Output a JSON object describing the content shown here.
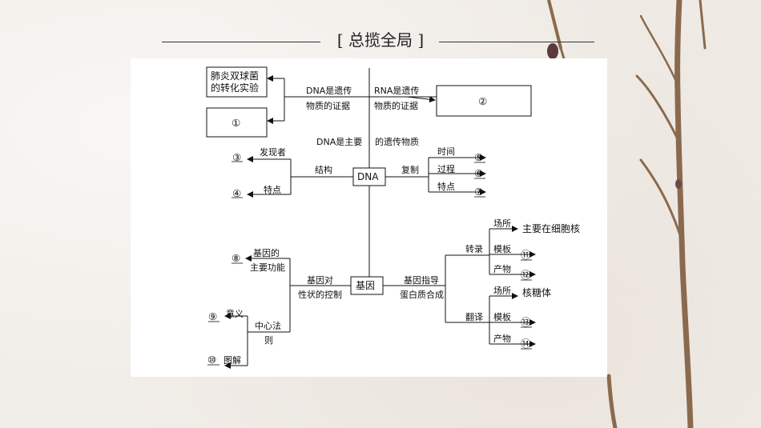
{
  "header": {
    "title": "[ 总揽全局 ]"
  },
  "diagram": {
    "center_dna": "DNA",
    "center_gene": "基因",
    "exp1_line1": "肺炎双球菌",
    "exp1_line2": "的转化实验",
    "blank1": "①",
    "blank2": "②",
    "dna_evidence_1": "DNA是遗传",
    "dna_evidence_2": "物质的证据",
    "rna_evidence_1": "RNA是遗传",
    "rna_evidence_2": "物质的证据",
    "main_material_1": "DNA是主要",
    "main_material_2": "的遗传物质",
    "discoverer": "发现者",
    "feature": "特点",
    "structure": "结构",
    "blank3": "③",
    "blank4": "④",
    "replication": "复制",
    "time": "时间",
    "process": "过程",
    "rep_feature": "特点",
    "blank5": "⑤",
    "blank6": "⑥",
    "blank7": "⑦",
    "gene_func_1": "基因的",
    "gene_func_2": "主要功能",
    "blank8": "⑧",
    "control_1": "基因对",
    "control_2": "性状的控制",
    "dogma_1": "中心法",
    "dogma_2": "则",
    "meaning": "意义",
    "illustration": "图解",
    "blank9": "⑨",
    "blank10": "⑩",
    "guide_1": "基因指导",
    "guide_2": "蛋白质合成",
    "transcription": "转录",
    "translation": "翻译",
    "site1": "场所",
    "site1_value": "主要在细胞核",
    "template1": "模板",
    "blank11": "⑪",
    "product1": "产物",
    "blank12": "⑫",
    "site2": "场所",
    "site2_value": "核糖体",
    "template2": "模板",
    "blank13": "⑬",
    "product2": "产物",
    "blank14": "⑭"
  }
}
